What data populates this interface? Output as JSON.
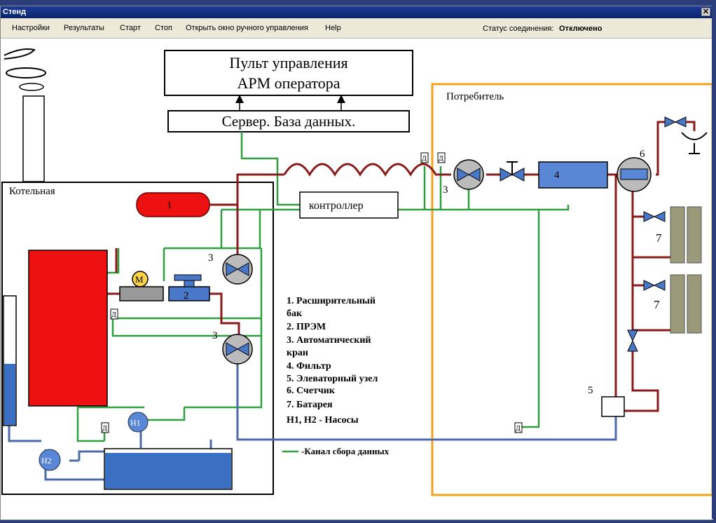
{
  "window": {
    "title": "Стенд",
    "close_glyph": "✕"
  },
  "menu": {
    "items": [
      {
        "label": "Настройки"
      },
      {
        "label": "Результаты"
      },
      {
        "label": "Старт"
      },
      {
        "label": "Стоп"
      },
      {
        "label": "Открыть окно ручного управления"
      },
      {
        "label": "Help"
      }
    ],
    "status_label": "Статус соединения:",
    "status_value": "Отключено"
  },
  "diagram": {
    "operator_panel": [
      "Пульт управления",
      "АРМ оператора"
    ],
    "server": "Сервер. База данных.",
    "controller": "контроллер",
    "boiler_room": "Котельная",
    "consumer": "Потребитель",
    "component_labels": {
      "tank": "1",
      "prem": "2",
      "valve_a": "3",
      "valve_b": "3",
      "valve_c": "3",
      "filter": "4",
      "elevator": "5",
      "meter": "6",
      "battery_a": "7",
      "battery_b": "7",
      "motor": "М",
      "pump1": "Н1",
      "pump2": "Н2",
      "sensor": "Д"
    },
    "legend": [
      "1. Расширительный",
      "бак",
      "2. ПРЭМ",
      "3. Автоматический",
      "кран",
      "4. Фильтр",
      "5. Элеваторный узел",
      "6. Счетчик",
      "7. Батарея",
      "Н1, Н2 - Насосы"
    ],
    "channel_legend": "-Канал сбора данных",
    "colors": {
      "supply_pipe": "#8b1a1a",
      "return_pipe": "#4a6aa8",
      "data_channel": "#2e9e3e",
      "consumer_border": "#f2a21b",
      "boiler": "#ee1111",
      "water": "#3a6fc4"
    }
  }
}
